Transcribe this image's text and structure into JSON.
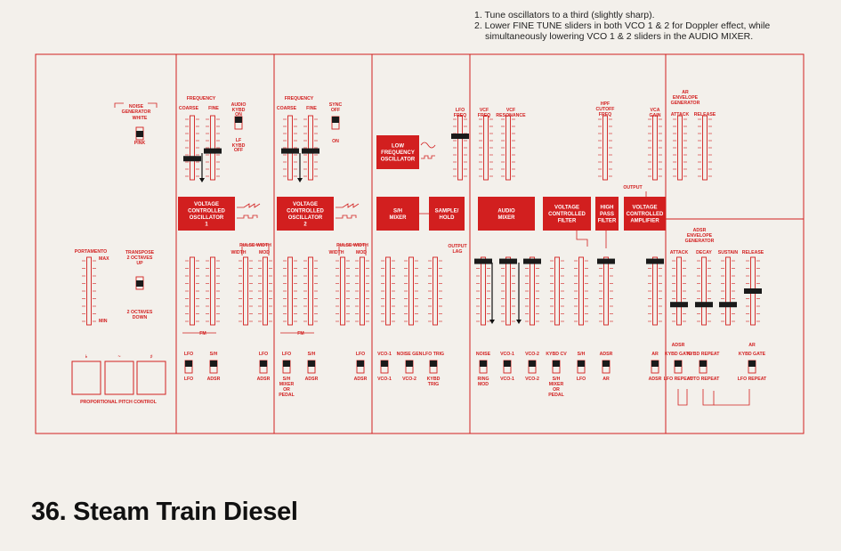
{
  "notes": [
    "1. Tune oscillators to a third (slightly sharp).",
    "2. Lower FINE TUNE sliders in both VCO 1 & 2 for Doppler effect, while",
    "simultaneously lowering VCO 1 & 2 sliders in the AUDIO MIXER."
  ],
  "title": "36. Steam Train Diesel",
  "colors": {
    "panel_red": "#d21f1f",
    "background": "#f3f0eb",
    "knob": "#1a1a1a"
  },
  "blocks": [
    {
      "id": "vco1",
      "lines": [
        "VOLTAGE",
        "CONTROLLED",
        "OSCILLATOR",
        "1"
      ]
    },
    {
      "id": "vco2",
      "lines": [
        "VOLTAGE",
        "CONTROLLED",
        "OSCILLATOR",
        "2"
      ]
    },
    {
      "id": "lfo",
      "lines": [
        "LOW",
        "FREQUENCY",
        "OSCILLATOR"
      ]
    },
    {
      "id": "sh_mixer",
      "lines": [
        "S/H",
        "MIXER"
      ]
    },
    {
      "id": "sample_hold",
      "lines": [
        "SAMPLE/",
        "HOLD"
      ]
    },
    {
      "id": "audio_mixer",
      "lines": [
        "AUDIO",
        "MIXER"
      ]
    },
    {
      "id": "vcf",
      "lines": [
        "VOLTAGE",
        "CONTROLLED",
        "FILTER"
      ]
    },
    {
      "id": "hpf",
      "lines": [
        "HIGH",
        "PASS",
        "FILTER"
      ]
    },
    {
      "id": "vca",
      "lines": [
        "VOLTAGE",
        "CONTROLLED",
        "AMPLIFIER"
      ]
    }
  ],
  "labels": {
    "noise_gen": [
      "NOISE",
      "GENERATOR"
    ],
    "white": "WHITE",
    "pink": "PINK",
    "frequency": "FREQUENCY",
    "coarse": "COARSE",
    "fine": "FINE",
    "audio": "AUDIO",
    "kybd_on": [
      "KYBD",
      "ON"
    ],
    "lf": "LF",
    "kybd_off": [
      "KYBD",
      "OFF"
    ],
    "sync": [
      "SYNC",
      "OFF"
    ],
    "on": "ON",
    "lfo_freq": [
      "LFO",
      "FREQ"
    ],
    "vcf_freq": [
      "VCF",
      "FREQ"
    ],
    "vcf_res": [
      "VCF",
      "RESONANCE"
    ],
    "hpf_cutoff": [
      "HPF",
      "CUTOFF",
      "FREQ"
    ],
    "vca_gain": [
      "VCA",
      "GAIN"
    ],
    "ar_env": [
      "AR",
      "ENVELOPE",
      "GENERATOR"
    ],
    "attack": "ATTACK",
    "release": "RELEASE",
    "decay": "DECAY",
    "sustain": "SUSTAIN",
    "adsr_env": [
      "ADSR",
      "ENVELOPE",
      "GENERATOR"
    ],
    "output": "OUTPUT",
    "output_lag": [
      "OUTPUT",
      "LAG"
    ],
    "portamento": "PORTAMENTO",
    "max": "MAX",
    "min": "MIN",
    "transpose": [
      "TRANSPOSE",
      "2 OCTAVES",
      "UP"
    ],
    "transpose_down": [
      "2 OCTAVES",
      "DOWN"
    ],
    "pulse_width": "PULSE WIDTH",
    "width": "WIDTH",
    "mod": "MOD",
    "fm": "FM",
    "ppc": "PROPORTIONAL PITCH CONTROL",
    "flat": "♭",
    "tilde": "~",
    "sharp": "♯",
    "vco1_sw": [
      [
        "LFO",
        "LFO"
      ],
      [
        "S/H",
        "ADSR"
      ]
    ],
    "vco1_pw_sw": [
      "LFO",
      "ADSR"
    ],
    "vco2_sw": [
      [
        "LFO",
        "S/H MIXER OR PEDAL"
      ],
      [
        "S/H",
        "ADSR"
      ]
    ],
    "vco2_pw_sw": [
      "LFO",
      "ADSR"
    ],
    "sh_sw": [
      [
        "VCO-1",
        "VCO-1"
      ],
      [
        "NOISE GEN",
        "VCO-2"
      ],
      [
        "LFO TRIG",
        "KYBD TRIG"
      ]
    ],
    "mixer_sw": [
      [
        "NOISE",
        "RING MOD"
      ],
      [
        "VCO-1",
        "VCO-1"
      ],
      [
        "VCO-2",
        "VCO-2"
      ]
    ],
    "vcf_sw": [
      [
        "KYBD CV",
        "S/H MIXER OR PEDAL"
      ],
      [
        "S/H",
        "LFO"
      ],
      [
        "ADSR",
        "AR"
      ]
    ],
    "vca_sw": [
      "AR",
      "ADSR"
    ],
    "adsr_sw": [
      "ADSR",
      "KYBD GATE",
      "KYBD REPEAT",
      "LFO REPEAT",
      "AUTO REPEAT"
    ],
    "ar_sw": [
      "AR",
      "KYBD GATE",
      "LFO REPEAT"
    ]
  }
}
